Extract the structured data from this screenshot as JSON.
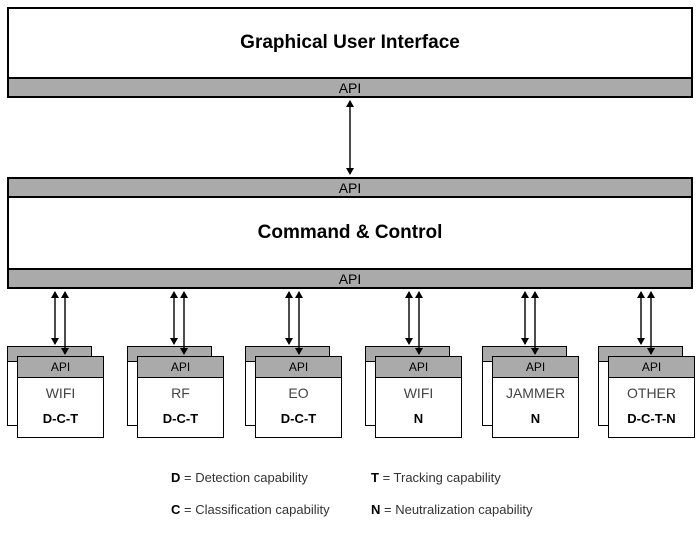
{
  "gui": {
    "title": "Graphical User Interface",
    "api": "API"
  },
  "cc": {
    "title": "Command & Control",
    "api_top": "API",
    "api_bottom": "API"
  },
  "modules": [
    {
      "api": "API",
      "name": "WIFI",
      "cap": "D-C-T"
    },
    {
      "api": "API",
      "name": "RF",
      "cap": "D-C-T"
    },
    {
      "api": "API",
      "name": "EO",
      "cap": "D-C-T"
    },
    {
      "api": "API",
      "name": "WIFI",
      "cap": "N"
    },
    {
      "api": "API",
      "name": "JAMMER",
      "cap": "N"
    },
    {
      "api": "API",
      "name": "OTHER",
      "cap": "D-C-T-N"
    }
  ],
  "legend": [
    {
      "key": "D",
      "text": " = Detection capability"
    },
    {
      "key": "T",
      "text": " = Tracking capability"
    },
    {
      "key": "C",
      "text": " = Classification capability"
    },
    {
      "key": "N",
      "text": " = Neutralization capability"
    }
  ]
}
